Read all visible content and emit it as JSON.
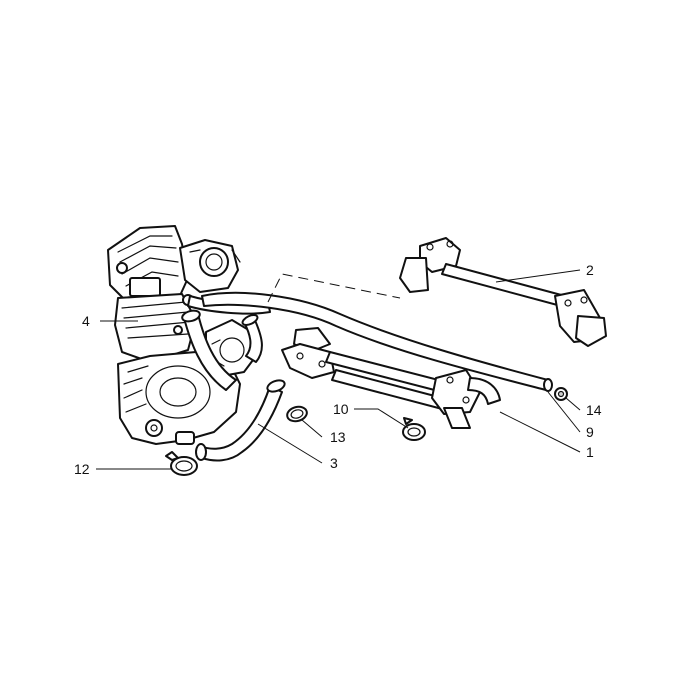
{
  "diagram": {
    "callouts": [
      {
        "id": "c1",
        "label": "1"
      },
      {
        "id": "c2",
        "label": "2"
      },
      {
        "id": "c3",
        "label": "3"
      },
      {
        "id": "c4",
        "label": "4"
      },
      {
        "id": "c9",
        "label": "9"
      },
      {
        "id": "c10",
        "label": "10"
      },
      {
        "id": "c12",
        "label": "12"
      },
      {
        "id": "c13",
        "label": "13"
      },
      {
        "id": "c14",
        "label": "14"
      }
    ]
  }
}
